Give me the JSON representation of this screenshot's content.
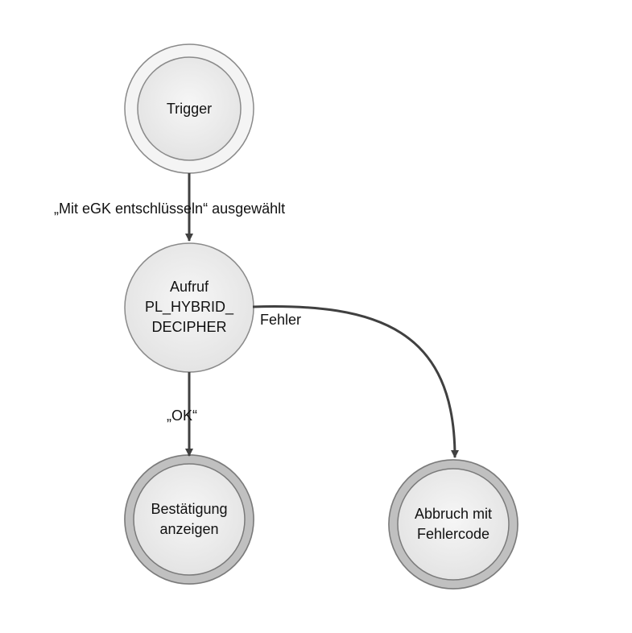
{
  "nodes": {
    "trigger": {
      "label": "Trigger"
    },
    "aufruf": {
      "lines": [
        "Aufruf",
        "PL_HYBRID_",
        "DECIPHER"
      ]
    },
    "bestaetigung": {
      "lines": [
        "Bestätigung",
        "anzeigen"
      ]
    },
    "abbruch": {
      "lines": [
        "Abbruch mit",
        "Fehlercode"
      ]
    }
  },
  "edges": {
    "trigger_to_aufruf": {
      "label": "„Mit eGK entschlüsseln“ ausgewählt"
    },
    "aufruf_to_bestaetigung": {
      "label": "„OK“"
    },
    "aufruf_to_abbruch": {
      "label": "Fehler"
    }
  },
  "colors": {
    "node_fill": "#ececec",
    "node_stroke": "#8a8a8a",
    "final_ring": "#c0c0c0",
    "arrow": "#404040"
  }
}
